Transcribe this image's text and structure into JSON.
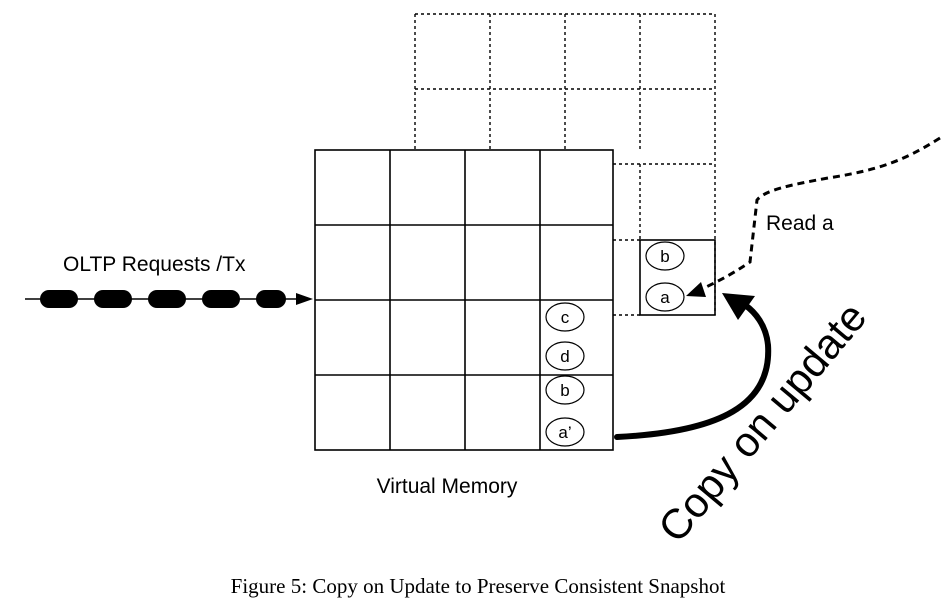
{
  "labels": {
    "oltp_requests": "OLTP Requests /Tx",
    "read_a": "Read a",
    "virtual_memory": "Virtual Memory",
    "copy_on_update": "Copy on update",
    "caption": "Figure 5: Copy on Update to Preserve Consistent Snapshot"
  },
  "virtual_memory_cells": {
    "c": "c",
    "d": "d",
    "b": "b",
    "a_prime": "a’"
  },
  "snapshot_cells": {
    "b": "b",
    "a": "a"
  }
}
